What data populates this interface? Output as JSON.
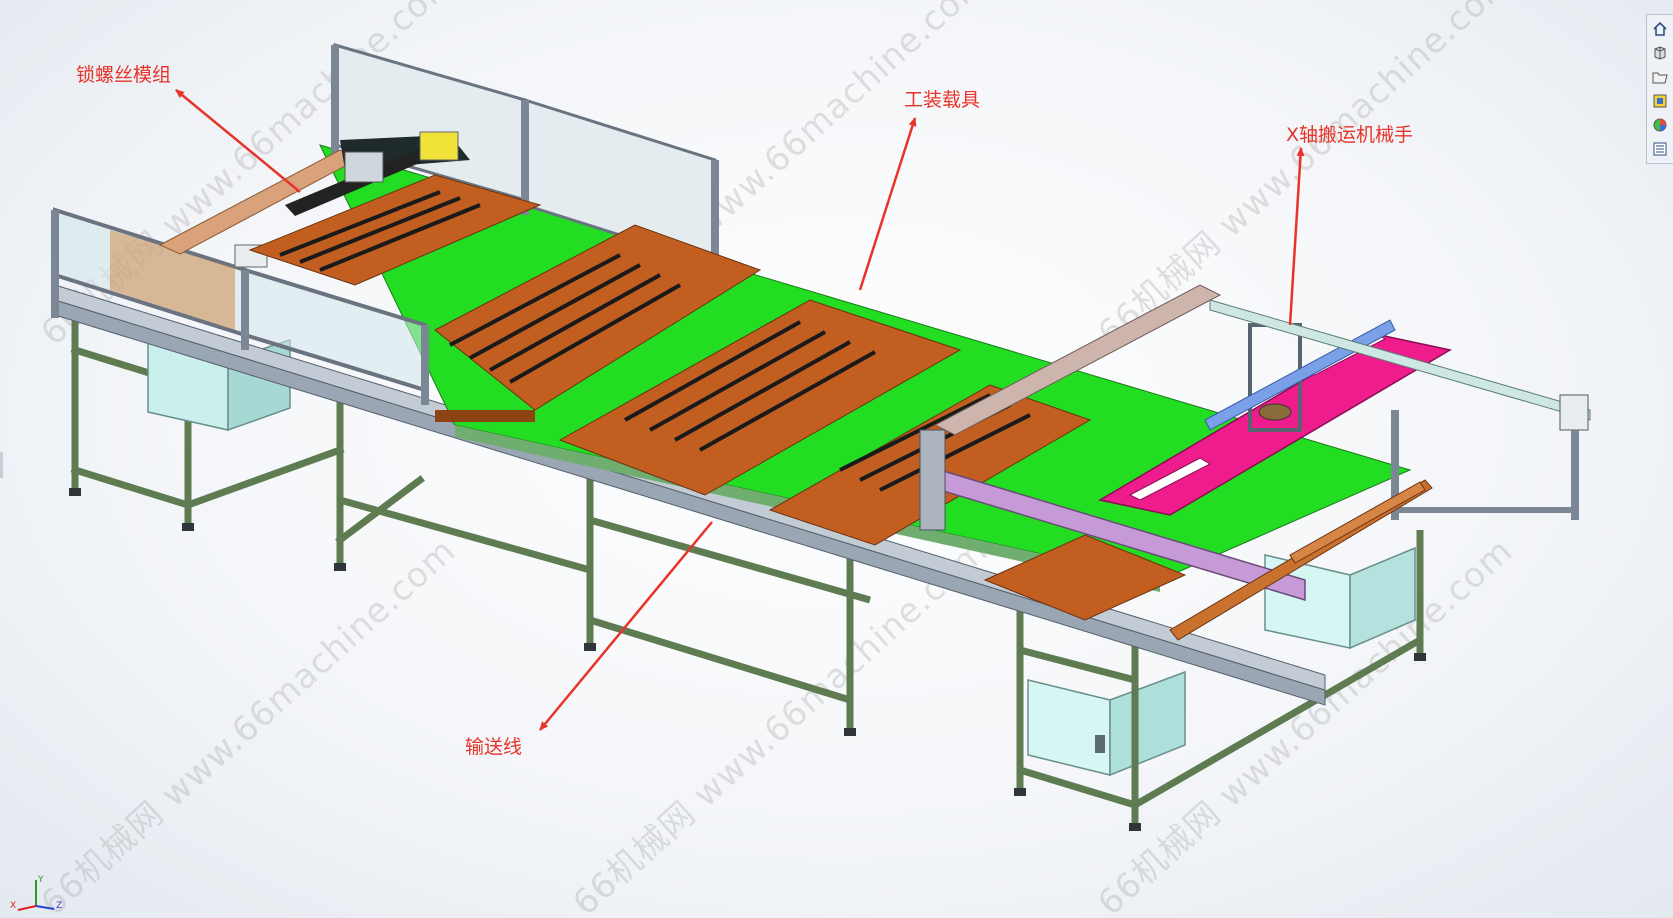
{
  "callouts": {
    "screw_module": "锁螺丝模组",
    "fixture": "工装载具",
    "x_axis_manipulator": "X轴搬运机械手",
    "conveyor": "输送线"
  },
  "watermark": {
    "text": "66机械网 www.66machine.com"
  },
  "triad": {
    "x": "X",
    "y": "Y",
    "z": "Z"
  },
  "toolbar": {
    "icons": [
      "home-view-icon",
      "part-view-icon",
      "open-folder-icon",
      "display-style-icon",
      "appearance-icon",
      "property-manager-icon"
    ]
  },
  "colors": {
    "callout_text": "#e8332a",
    "frame": "#6e8a5e",
    "aluminum": "#a8b1bd",
    "conveyor_belt": "#22dd22",
    "fixture_plate": "#c25e1f",
    "manipulator_plate": "#ee1c8c"
  }
}
